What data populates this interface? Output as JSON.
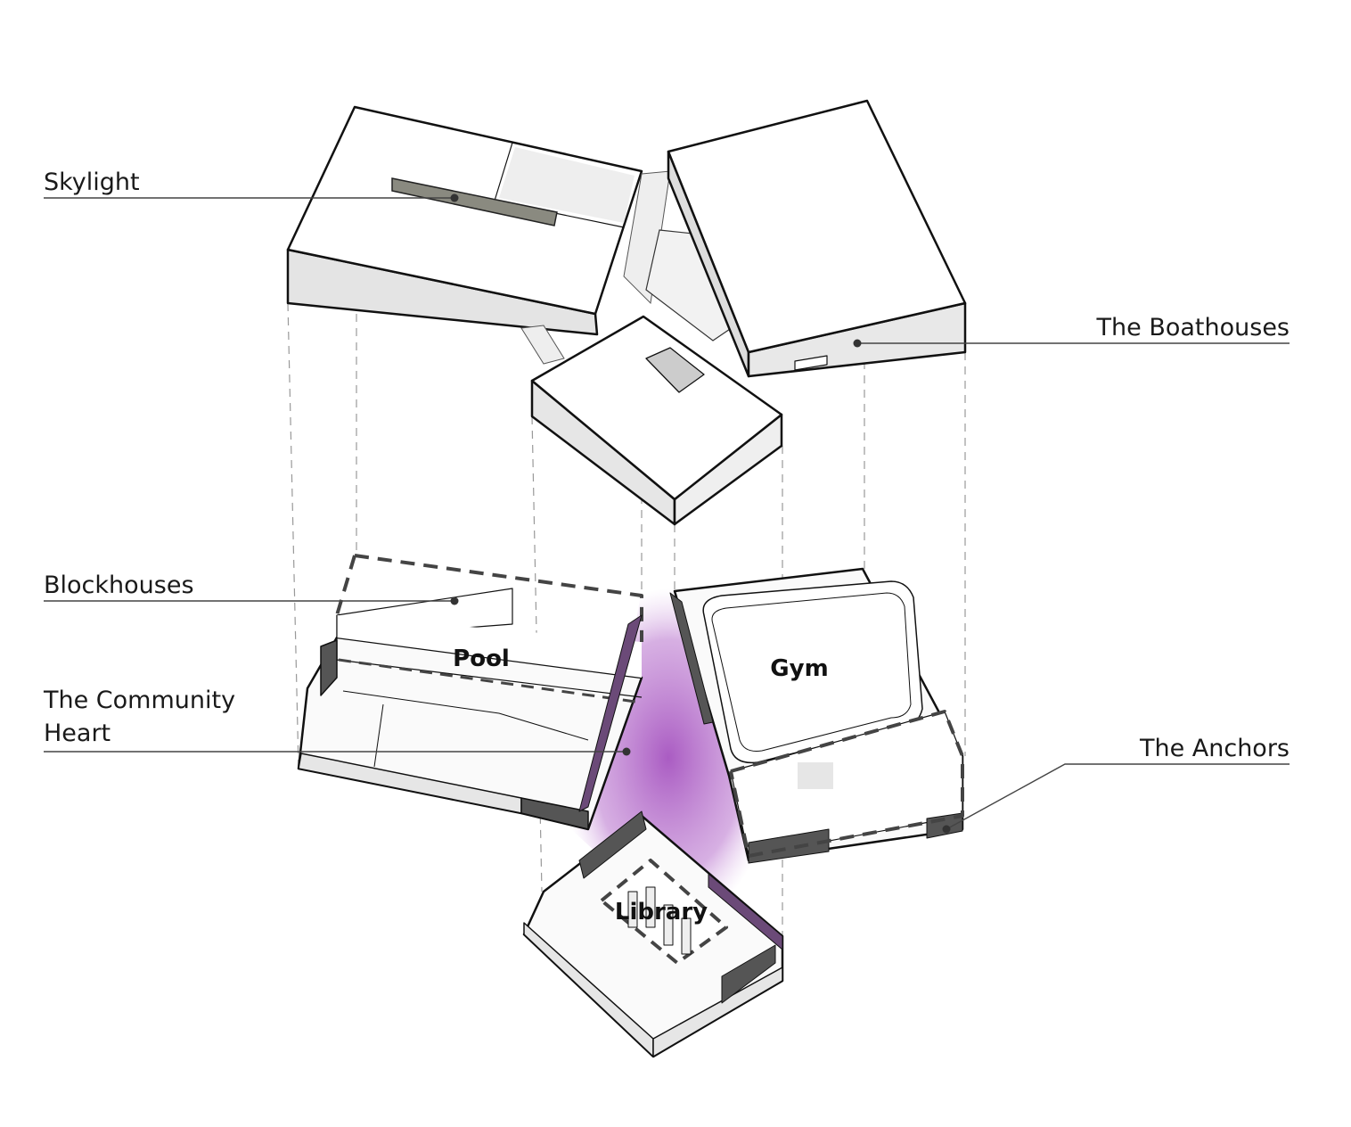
{
  "title": "Exploded axonometric diagram",
  "labels": {
    "skylight": "Skylight",
    "boathouses": "The Boathouses",
    "blockhouses": "Blockhouses",
    "community_heart_line1": "The Community",
    "community_heart_line2": "Heart",
    "anchors": "The Anchors"
  },
  "rooms": {
    "pool": "Pool",
    "gym": "Gym",
    "library": "Library"
  },
  "colors": {
    "outline": "#111111",
    "face_top": "#ffffff",
    "face_side": "#e6e6e6",
    "dark_wall": "#4a4a4a",
    "heart_glow": "#a64fc0",
    "leader": "#444444"
  }
}
